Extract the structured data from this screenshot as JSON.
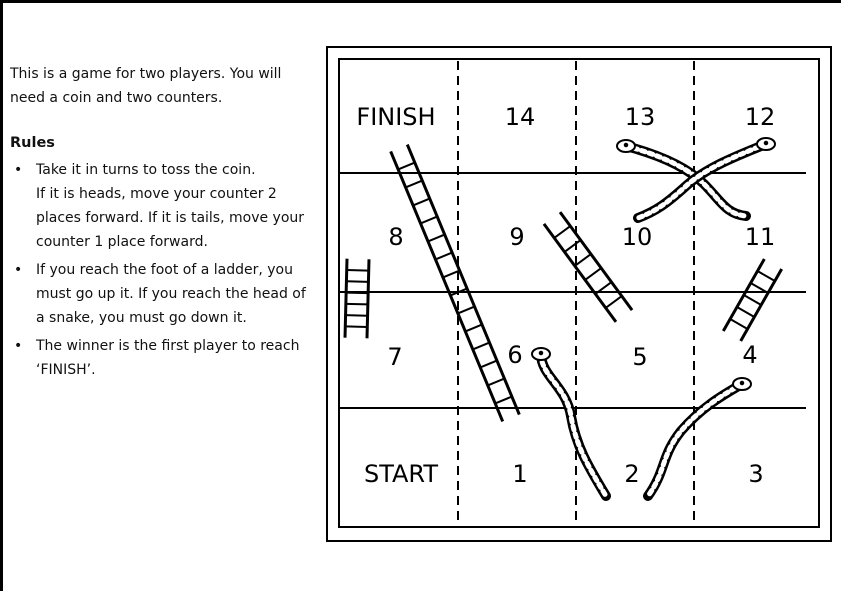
{
  "rules_panel": {
    "intro": "This is a game for two players. You will need a coin and two counters.",
    "heading": "Rules",
    "rules": [
      {
        "bullet": "•",
        "text": "Take it in turns to toss the coin.",
        "extra": "If it is heads, move your counter 2 places forward.  If it is tails, move your counter 1 place forward."
      },
      {
        "bullet": "•",
        "text": "If you reach the foot of a ladder, you must go up it.  If you reach the head of a snake, you must go down it.",
        "extra": ""
      },
      {
        "bullet": "•",
        "text": "The winner is the first player to reach ‘FINISH’.",
        "extra": ""
      }
    ]
  },
  "board": {
    "rows": [
      [
        "FINISH",
        "14",
        "13",
        "12"
      ],
      [
        "8",
        "9",
        "10",
        "11"
      ],
      [
        "7",
        "6",
        "5",
        "4"
      ],
      [
        "START",
        "1",
        "2",
        "3"
      ]
    ],
    "ladders": [
      {
        "name": "ladder-8-to-finish"
      },
      {
        "name": "ladder-7-to-8"
      },
      {
        "name": "ladder-5-to-9"
      },
      {
        "name": "ladder-4-to-11"
      }
    ],
    "snakes": [
      {
        "name": "snake-13"
      },
      {
        "name": "snake-12"
      },
      {
        "name": "snake-6"
      },
      {
        "name": "snake-4"
      }
    ]
  }
}
